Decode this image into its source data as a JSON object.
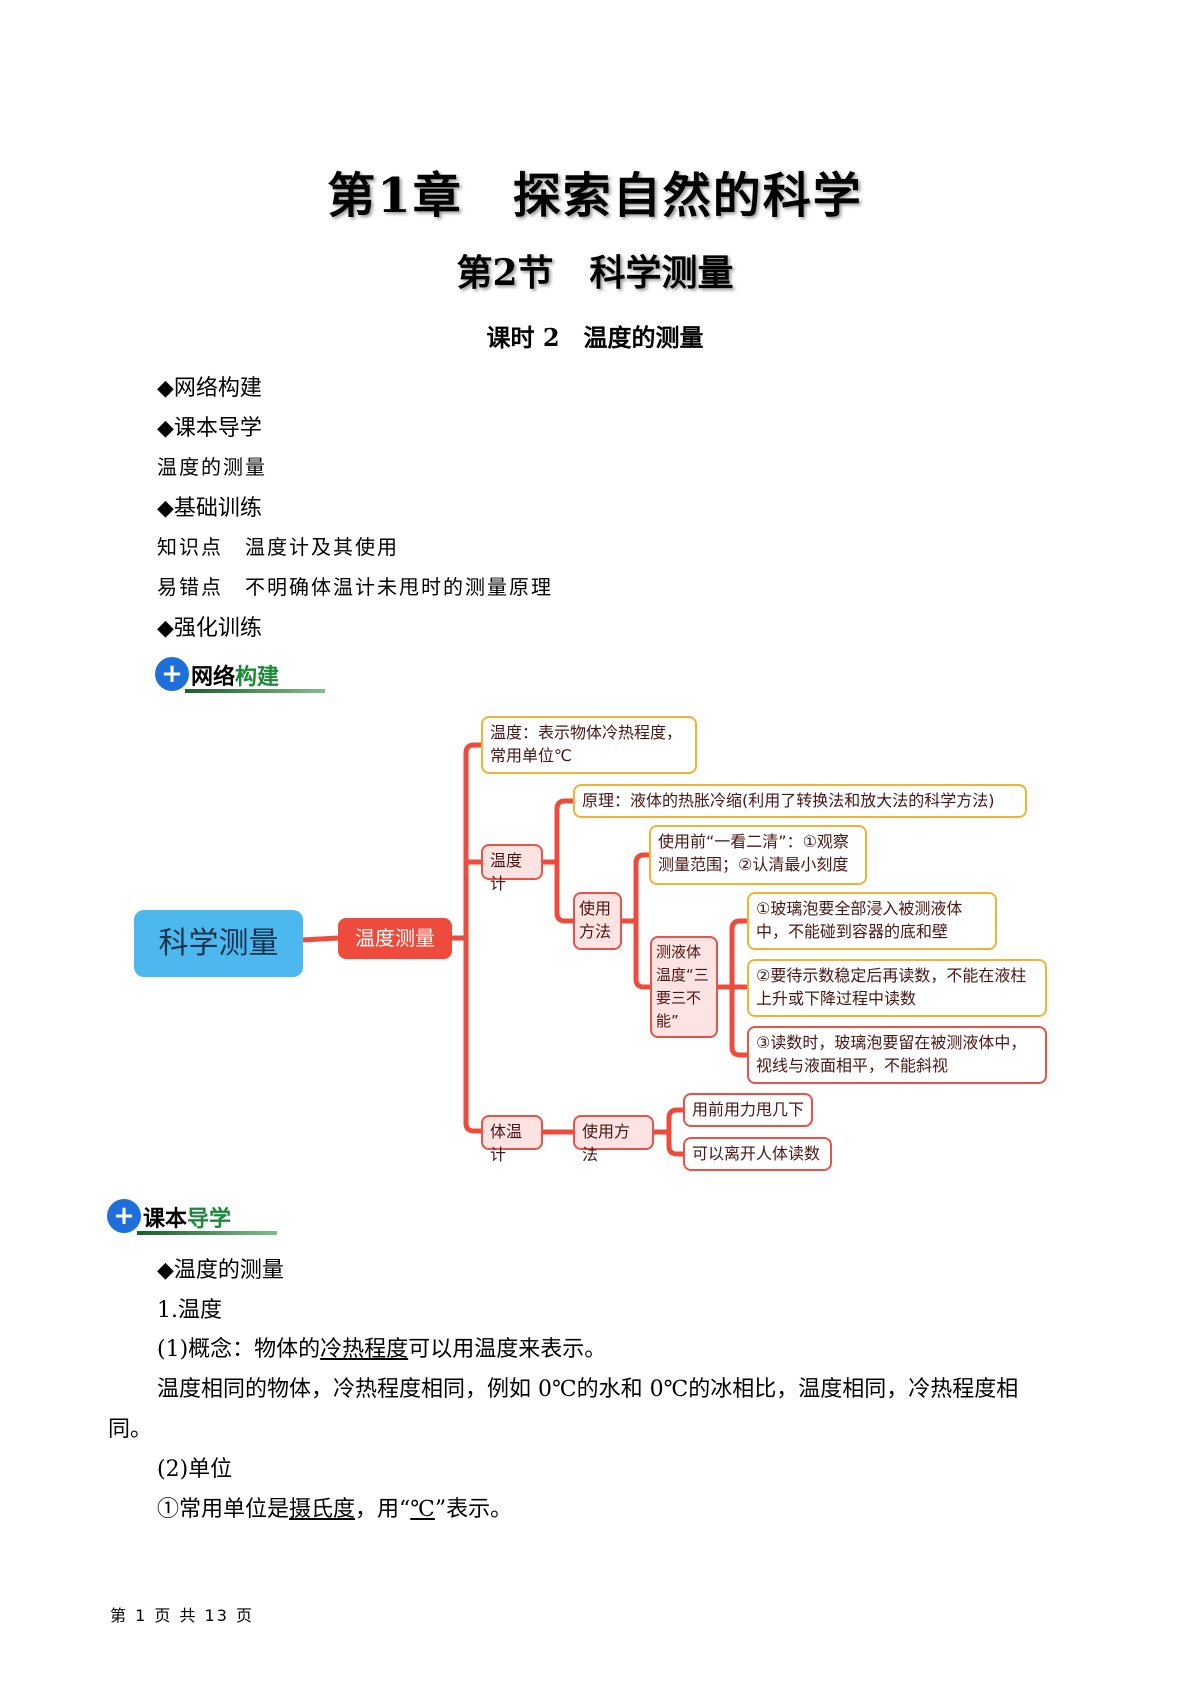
{
  "title": "第1章　探索自然的科学",
  "section": "第2节　科学测量",
  "lesson": "课时 2　温度的测量",
  "toc": [
    "◆网络构建",
    "◆课本导学",
    "温度的测量",
    "◆基础训练",
    "知识点　温度计及其使用",
    "易错点　不明确体温计未甩时的测量原理",
    "◆强化训练"
  ],
  "logo1": {
    "a": "网络",
    "b": "构建"
  },
  "logo2": {
    "a": "课本",
    "b": "导学"
  },
  "mindmap": {
    "root": "科学测量",
    "main": "温度测量",
    "temp": [
      "温度：表示物体冷热程度，",
      "常用单位℃"
    ],
    "thermometer": "温度计",
    "principle": "原理：液体的热胀冷缩(利用了转换法和放大法的科学方法)",
    "usage": [
      "使用",
      "方法"
    ],
    "before": [
      "使用前“一看二清”：①观察",
      "测量范围；②认清最小刻度"
    ],
    "measure": [
      "测液体",
      "温度“三",
      "要三不",
      "能”"
    ],
    "r1": [
      "①玻璃泡要全部浸入被测液体",
      "中，不能碰到容器的底和壁"
    ],
    "r2": [
      "②要待示数稳定后再读数，不能在液柱",
      "上升或下降过程中读数"
    ],
    "r3": [
      "③读数时，玻璃泡要留在被测液体中，",
      "视线与液面相平，不能斜视"
    ],
    "clinical": "体温计",
    "clinical_usage": "使用方法",
    "c1": "用前用力甩几下",
    "c2": "可以离开人体读数"
  },
  "text": {
    "heading": "◆温度的测量",
    "t1": "1.温度",
    "t2a": "(1)概念：物体的",
    "t2u": "冷热程度",
    "t2b": "可以用温度来表示。",
    "t3a": "温度相同的物体，冷热程度相同，例如 0℃的水和 0℃的冰相比，温度相同，冷热程度相",
    "t3b": "同。",
    "t4": "(2)单位",
    "t5a": "①常用单位是",
    "t5u": "摄氏度",
    "t5b": "，用“",
    "t5u2": "℃",
    "t5c": "”表示。"
  },
  "footer": "第 1 页 共 13 页"
}
